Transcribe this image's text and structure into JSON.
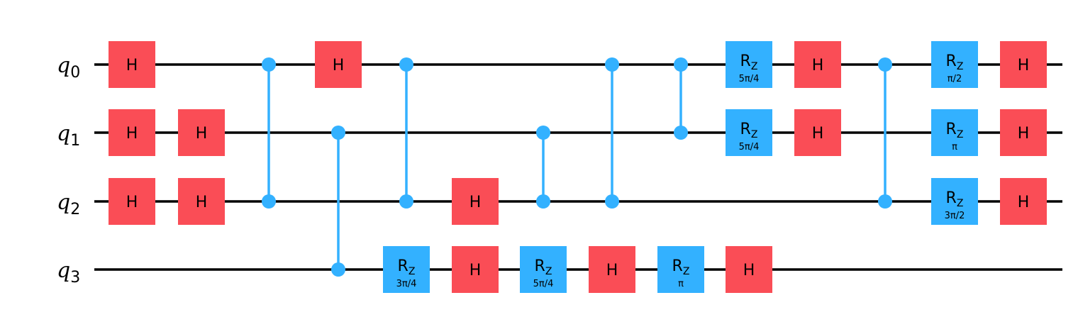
{
  "qubits": [
    {
      "name": "q",
      "index": "0"
    },
    {
      "name": "q",
      "index": "1"
    },
    {
      "name": "q",
      "index": "2"
    },
    {
      "name": "q",
      "index": "3"
    }
  ],
  "colors": {
    "h_gate": "#FA4D56",
    "rz_gate": "#33B1FF",
    "control": "#33B1FF",
    "wire": "#000000"
  },
  "gates": [
    {
      "type": "H",
      "label": "H",
      "qubit": 0,
      "column": 0
    },
    {
      "type": "H",
      "label": "H",
      "qubit": 1,
      "column": 0
    },
    {
      "type": "H",
      "label": "H",
      "qubit": 2,
      "column": 0
    },
    {
      "type": "H",
      "label": "H",
      "qubit": 1,
      "column": 1
    },
    {
      "type": "H",
      "label": "H",
      "qubit": 2,
      "column": 1
    },
    {
      "type": "CZ",
      "qubits": [
        0,
        2
      ],
      "column": 2
    },
    {
      "type": "H",
      "label": "H",
      "qubit": 0,
      "column": 3
    },
    {
      "type": "CZ",
      "qubits": [
        1,
        3
      ],
      "column": 3
    },
    {
      "type": "CZ",
      "qubits": [
        0,
        2
      ],
      "column": 4
    },
    {
      "type": "RZ",
      "label": "R",
      "sub": "Z",
      "param": "3π/4",
      "qubit": 3,
      "column": 4
    },
    {
      "type": "H",
      "label": "H",
      "qubit": 2,
      "column": 5
    },
    {
      "type": "H",
      "label": "H",
      "qubit": 3,
      "column": 5
    },
    {
      "type": "CZ",
      "qubits": [
        1,
        2
      ],
      "column": 6
    },
    {
      "type": "RZ",
      "label": "R",
      "sub": "Z",
      "param": "5π/4",
      "qubit": 3,
      "column": 6
    },
    {
      "type": "CZ",
      "qubits": [
        0,
        2
      ],
      "column": 7
    },
    {
      "type": "H",
      "label": "H",
      "qubit": 3,
      "column": 7
    },
    {
      "type": "CZ",
      "qubits": [
        0,
        1
      ],
      "column": 8
    },
    {
      "type": "RZ",
      "label": "R",
      "sub": "Z",
      "param": "π",
      "qubit": 3,
      "column": 8
    },
    {
      "type": "RZ",
      "label": "R",
      "sub": "Z",
      "param": "5π/4",
      "qubit": 0,
      "column": 9
    },
    {
      "type": "RZ",
      "label": "R",
      "sub": "Z",
      "param": "5π/4",
      "qubit": 1,
      "column": 9
    },
    {
      "type": "H",
      "label": "H",
      "qubit": 3,
      "column": 9
    },
    {
      "type": "H",
      "label": "H",
      "qubit": 0,
      "column": 10
    },
    {
      "type": "H",
      "label": "H",
      "qubit": 1,
      "column": 10
    },
    {
      "type": "CZ",
      "qubits": [
        0,
        2
      ],
      "column": 11
    },
    {
      "type": "RZ",
      "label": "R",
      "sub": "Z",
      "param": "π/2",
      "qubit": 0,
      "column": 12
    },
    {
      "type": "RZ",
      "label": "R",
      "sub": "Z",
      "param": "π",
      "qubit": 1,
      "column": 12
    },
    {
      "type": "RZ",
      "label": "R",
      "sub": "Z",
      "param": "3π/2",
      "qubit": 2,
      "column": 12
    },
    {
      "type": "H",
      "label": "H",
      "qubit": 0,
      "column": 13
    },
    {
      "type": "H",
      "label": "H",
      "qubit": 1,
      "column": 13
    },
    {
      "type": "H",
      "label": "H",
      "qubit": 2,
      "column": 13
    }
  ]
}
